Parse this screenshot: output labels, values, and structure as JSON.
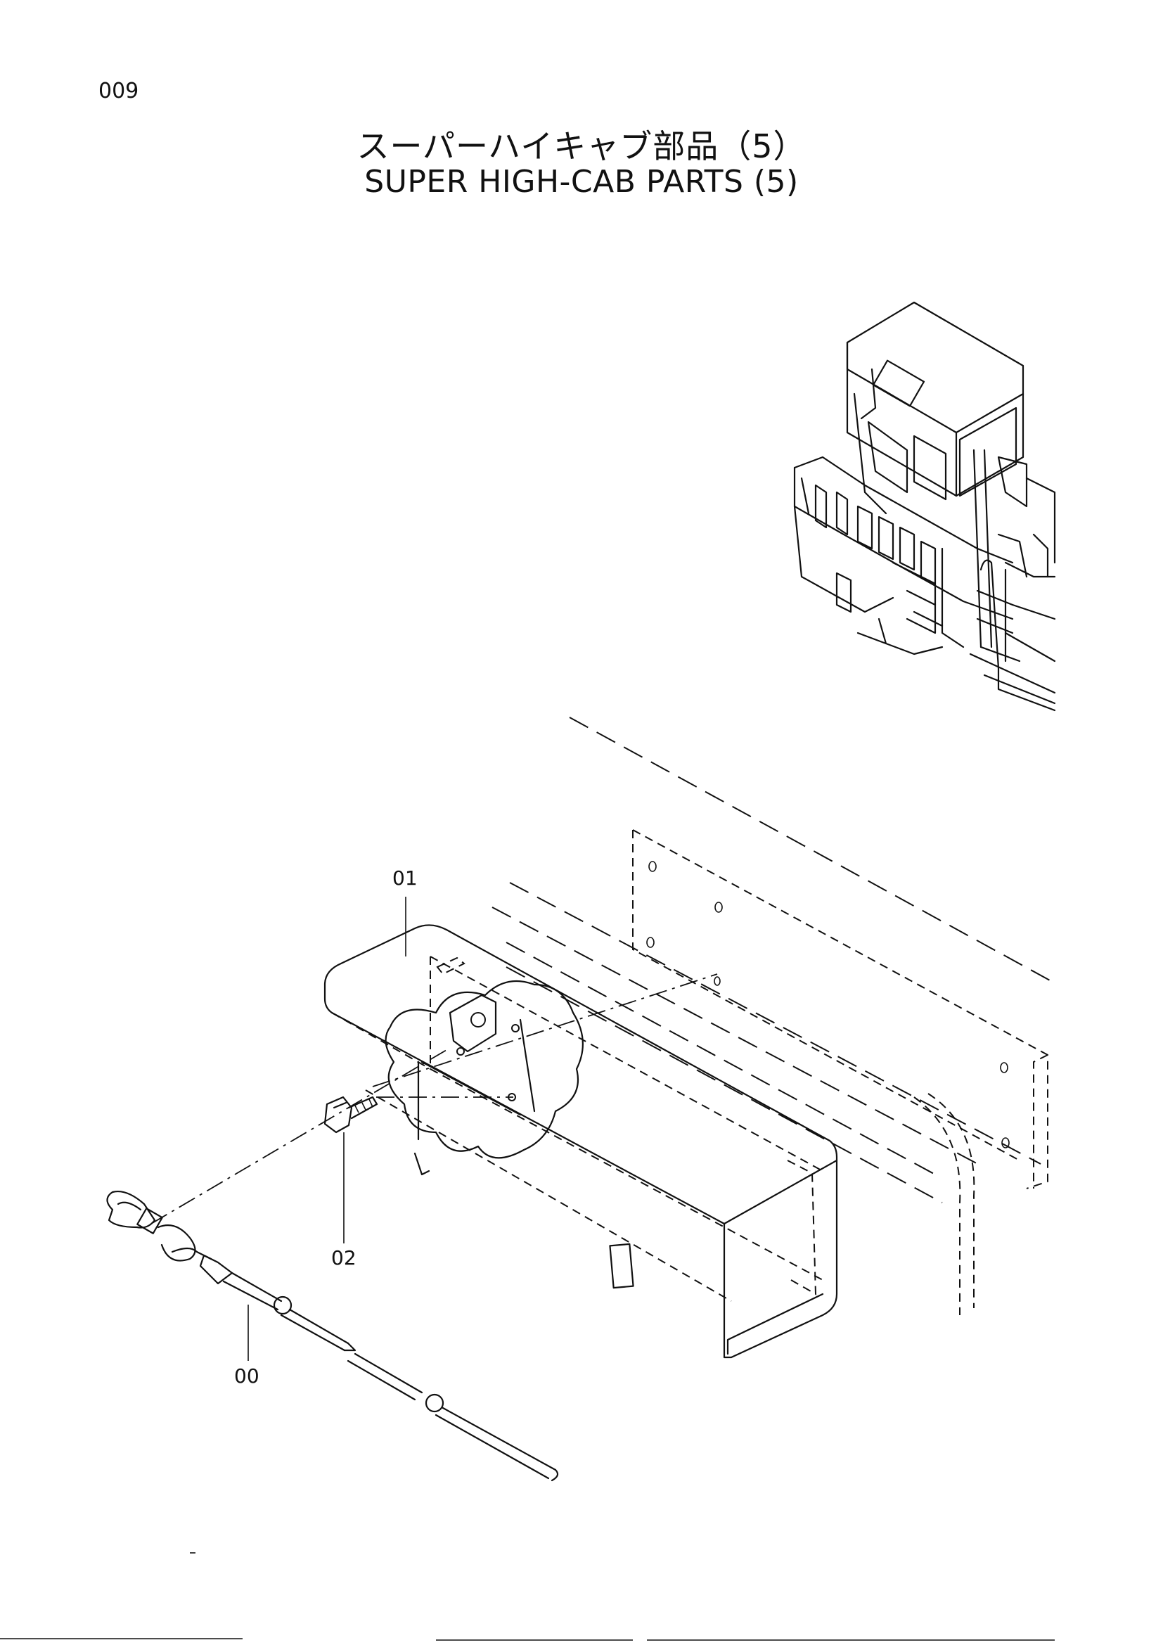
{
  "page": {
    "number": "009",
    "title_jp": "スーパーハイキャブ部品（5）",
    "title_en": "SUPER HIGH-CAB PARTS (5)"
  },
  "callouts": [
    {
      "id": "00",
      "label": "00"
    },
    {
      "id": "01",
      "label": "01"
    },
    {
      "id": "02",
      "label": "02"
    }
  ],
  "icons": [
    "cab-overview-illustration",
    "tool-box",
    "bolt",
    "wire-rope-with-hook",
    "side-panel"
  ]
}
